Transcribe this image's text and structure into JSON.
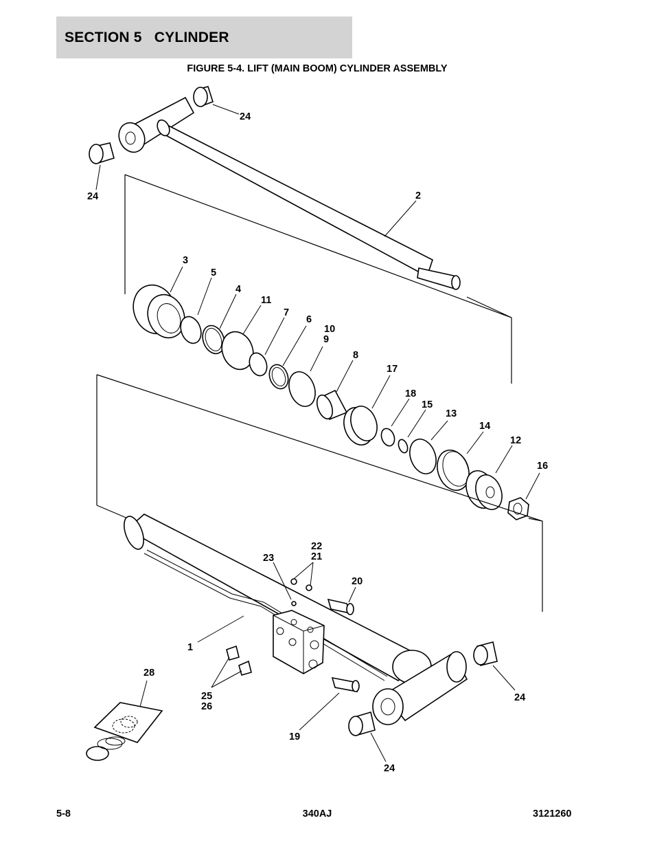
{
  "header": {
    "section_title": "SECTION 5   CYLINDER"
  },
  "figure": {
    "title": "FIGURE 5-4. LIFT (MAIN BOOM) CYLINDER ASSEMBLY"
  },
  "callouts": {
    "c24a": "24",
    "c24b": "24",
    "c24c": "24",
    "c24d": "24",
    "c2": "2",
    "c3": "3",
    "c5": "5",
    "c4": "4",
    "c11": "11",
    "c7": "7",
    "c6": "6",
    "c10": "10",
    "c9": "9",
    "c8": "8",
    "c17": "17",
    "c18": "18",
    "c15": "15",
    "c13": "13",
    "c14": "14",
    "c12": "12",
    "c16": "16",
    "c22": "22",
    "c21": "21",
    "c23": "23",
    "c20": "20",
    "c1": "1",
    "c28": "28",
    "c25": "25",
    "c26": "26",
    "c19": "19"
  },
  "footer": {
    "page": "5-8",
    "model": "340AJ",
    "doc_number": "3121260"
  }
}
